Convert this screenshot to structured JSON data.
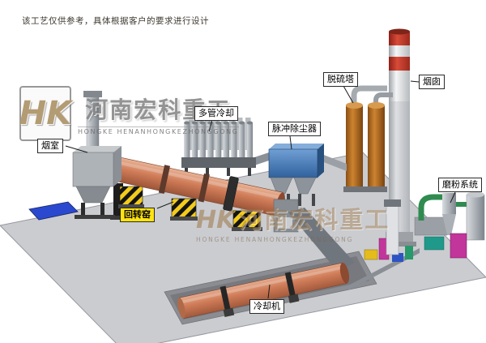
{
  "disclaimer": "该工艺仅供参考，具体根据客户的要求进行设计",
  "watermark_left": {
    "initials": "HK",
    "brand_cn": "河南宏科重工",
    "brand_en": "HONGKE HENANHONGKEZHONGGONG"
  },
  "watermark_center": {
    "initials": "HK",
    "brand_cn": "河南宏科重工",
    "brand_en": "HONGKE HENANHONGKEZHONGGONG"
  },
  "labels": {
    "smoke_chamber": "烟室",
    "rotary_kiln": "回转窑",
    "multi_tube_cooler": "多管冷却",
    "pulse_dust_collector": "脉冲除尘器",
    "desulfurization_tower": "脱硫塔",
    "chimney": "烟囱",
    "grinding_system": "磨粉系统",
    "cooling_machine": "冷却机"
  },
  "colors": {
    "label_accent": "#ffe312",
    "kiln_shell": "#cf7c58",
    "dust_collector_blue": "#3f6fae",
    "desulfurization_tower_orange": "#c07a28",
    "chimney_band_red": "#c0392b",
    "pipe_green": "#2f8b4f",
    "grinder_magenta": "#c2359b",
    "pad_blue": "#2b49cf",
    "hazard_yellow": "#f3cb1c",
    "platform_gray": "#cbccd0"
  }
}
